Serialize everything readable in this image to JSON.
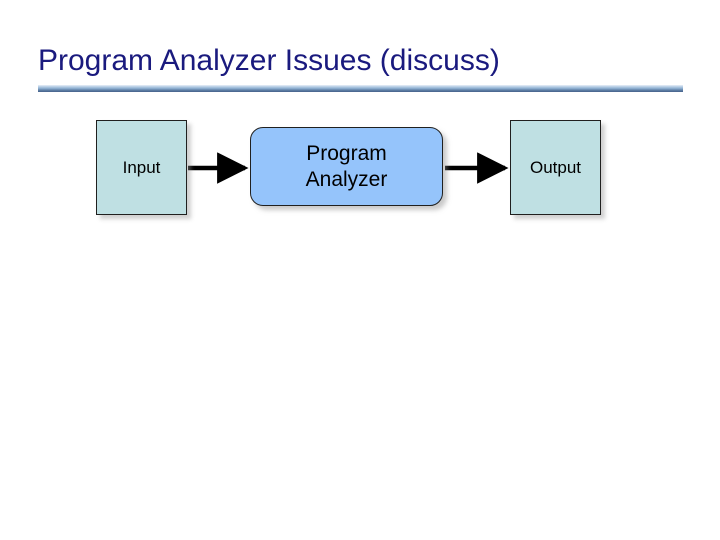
{
  "slide": {
    "title": "Program Analyzer Issues (discuss)",
    "background_color": "#ffffff",
    "title_color": "#1a1a7e",
    "divider_color": "#8fb0d2"
  },
  "diagram": {
    "type": "flow",
    "arrow_color": "#000000",
    "nodes": [
      {
        "id": "input",
        "label": "Input",
        "shape": "rectangle",
        "fill": "#bfe0e3",
        "border": "#20201f"
      },
      {
        "id": "analyzer",
        "label": "Program\nAnalyzer",
        "shape": "rounded-rectangle",
        "fill": "#95c4fb",
        "border": "#20201f"
      },
      {
        "id": "output",
        "label": "Output",
        "shape": "rectangle",
        "fill": "#bfe0e3",
        "border": "#20201f"
      }
    ],
    "edges": [
      {
        "from": "input",
        "to": "analyzer"
      },
      {
        "from": "analyzer",
        "to": "output"
      }
    ]
  }
}
